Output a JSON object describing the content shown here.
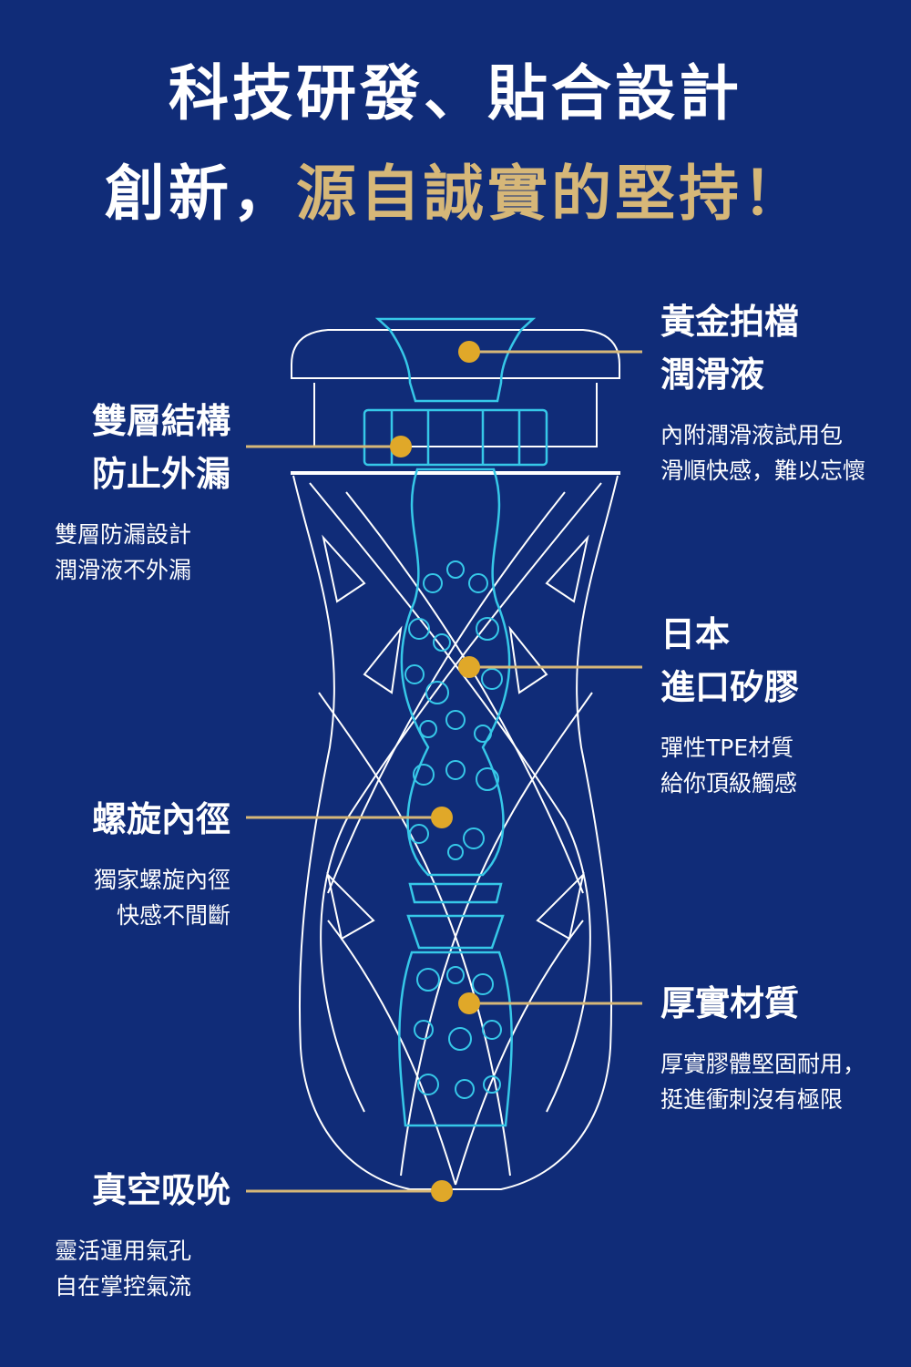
{
  "header": {
    "line1": "科技研發、貼合設計",
    "line2_white": "創新，",
    "line2_gold": "源自誠實的堅持！"
  },
  "callouts": {
    "lubricant": {
      "title": [
        "黃金拍檔",
        "潤滑液"
      ],
      "desc": [
        "內附潤滑液試用包",
        "滑順快感，難以忘懷"
      ]
    },
    "double_layer": {
      "title": [
        "雙層結構",
        "防止外漏"
      ],
      "desc": [
        "雙層防漏設計",
        "潤滑液不外漏"
      ]
    },
    "silicone": {
      "title": [
        "日本",
        "進口矽膠"
      ],
      "desc": [
        "彈性TPE材質",
        "給你頂級觸感"
      ]
    },
    "spiral": {
      "title": [
        "螺旋內徑"
      ],
      "desc": [
        "獨家螺旋內徑",
        "快感不間斷"
      ]
    },
    "thick": {
      "title": [
        "厚實材質"
      ],
      "desc": [
        "厚實膠體堅固耐用，",
        "挺進衝刺沒有極限"
      ]
    },
    "vacuum": {
      "title": [
        "真空吸吮"
      ],
      "desc": [
        "靈活運用氣孔",
        "自在掌控氣流"
      ]
    }
  },
  "colors": {
    "background": "#102c78",
    "gold": "#d6b778",
    "marker": "#e0a829",
    "outline": "#ffffff",
    "inner": "#36c8e8"
  }
}
